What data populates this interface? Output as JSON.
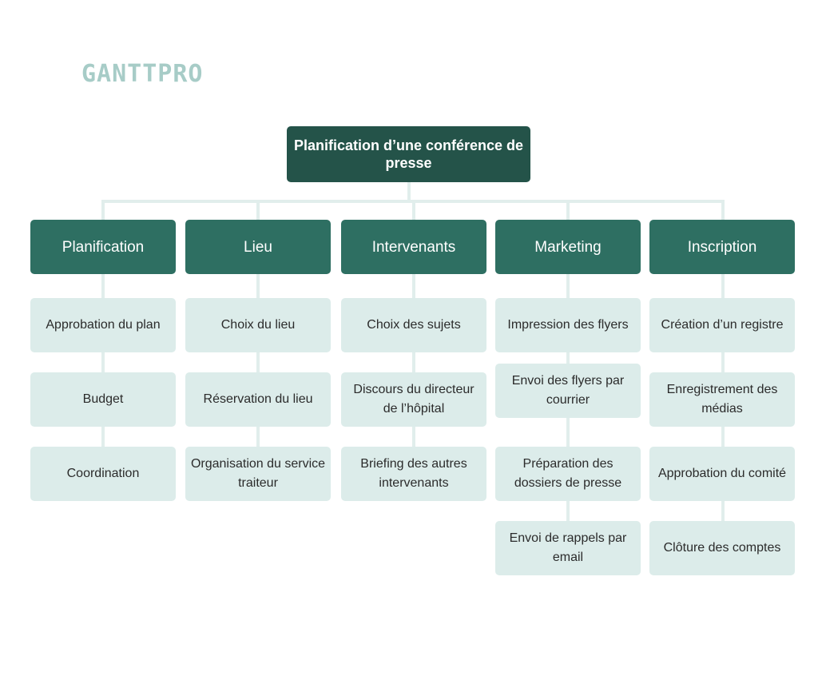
{
  "logo": {
    "text": "GANTTPRO"
  },
  "root": {
    "label": "Planification d’une conférence de presse"
  },
  "columns": [
    {
      "key": "planification",
      "label": "Planification",
      "tasks": [
        "Approbation du plan",
        "Budget",
        "Coordination"
      ]
    },
    {
      "key": "lieu",
      "label": "Lieu",
      "tasks": [
        "Choix du lieu",
        "Réservation du lieu",
        "Organisation du service traiteur"
      ]
    },
    {
      "key": "intervenants",
      "label": "Intervenants",
      "tasks": [
        "Choix des sujets",
        "Discours du directeur de l’hôpital",
        "Briefing des autres intervenants"
      ]
    },
    {
      "key": "marketing",
      "label": "Marketing",
      "tasks": [
        "Impression des flyers",
        "Envoi des flyers par courrier",
        "Préparation des dossiers de presse",
        "Envoi de rappels par email"
      ]
    },
    {
      "key": "inscription",
      "label": "Inscription",
      "tasks": [
        "Création d’un registre",
        "Enregistrement des médias",
        "Approbation du comité",
        "Clôture des comptes"
      ]
    }
  ],
  "colors": {
    "root_bg": "#245349",
    "category_bg": "#2e6f62",
    "task_bg": "#dcecea",
    "connector": "#e1eeec",
    "logo": "#a7ccc7"
  }
}
